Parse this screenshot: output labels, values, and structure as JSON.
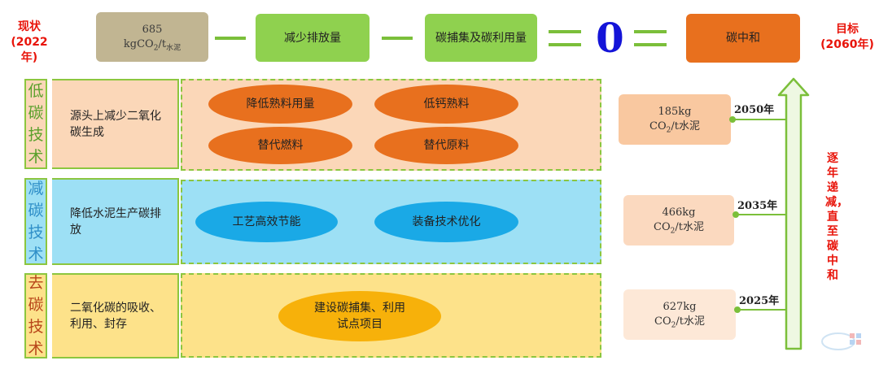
{
  "header": {
    "left_label": [
      "现状",
      "(2022年)"
    ],
    "right_label": [
      "目标",
      "(2060年)"
    ],
    "current_value": "685",
    "current_unit_main": "kgCO",
    "current_unit_sub2": "2",
    "current_unit_slash": "/t",
    "current_unit_sub": "水泥",
    "box1": "减少排放量",
    "box2": "碳捕集及碳利用量",
    "zero": "0",
    "target": "碳中和"
  },
  "rows": [
    {
      "label": "低碳技术",
      "desc": "源头上减少二氧化碳生成",
      "items": [
        "降低熟料用量",
        "低钙熟料",
        "替代燃料",
        "替代原料"
      ]
    },
    {
      "label": "减碳技术",
      "desc": "降低水泥生产碳排放",
      "items": [
        "工艺高效节能",
        "装备技术优化"
      ]
    },
    {
      "label": "去碳技术",
      "desc": "二氧化碳的吸收、利用、封存",
      "items": [
        "建设碳捕集、利用试点项目"
      ]
    }
  ],
  "timeline": [
    {
      "value": "185kg",
      "year": "2050年"
    },
    {
      "value": "466kg",
      "year": "2035年"
    },
    {
      "value": "627kg",
      "year": "2025年"
    }
  ],
  "timeline_unit": {
    "co": "CO",
    "sub": "2",
    "rest": "/t水泥"
  },
  "side_text": "逐年递减，直至碳中和",
  "colors": {
    "red": "#e8140a",
    "green": "#8fd14f",
    "orange": "#e8701e",
    "blue_zero": "#1414d8",
    "row1_bg": "#fbd7b8",
    "row2_bg": "#9de0f5",
    "row3_bg": "#fde28a"
  }
}
